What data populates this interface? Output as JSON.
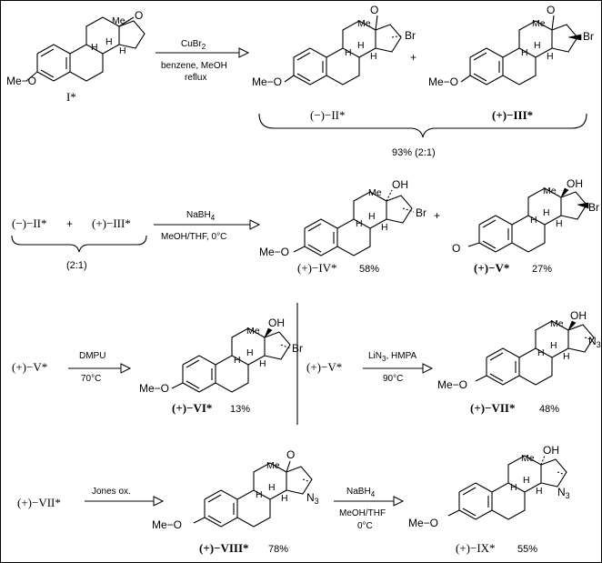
{
  "reactions": [
    {
      "starting": "I*",
      "reagent_top": "CuBr",
      "reagent_top_sub": "2",
      "reagent_lines": [
        "benzene, MeOH",
        "reflux"
      ],
      "products": [
        {
          "label": "(−)−II*",
          "substituent": "Br"
        },
        {
          "label": "(+)−III*",
          "substituent": "Br"
        }
      ],
      "plus": "+",
      "combined_yield": "93% (2:1)"
    },
    {
      "starting_a": "(−)−II*",
      "plus": "+",
      "starting_b": "(+)−III*",
      "ratio": "(2:1)",
      "reagent_top": "NaBH",
      "reagent_top_sub": "4",
      "reagent_bottom": "MeOH/THF,  0°C",
      "products": [
        {
          "label": "(+)−IV*",
          "yield": "58%",
          "substituent": "Br"
        },
        {
          "label": "(+)−V*",
          "yield": "27%",
          "substituent": "Br"
        }
      ],
      "product_plus": "+"
    },
    {
      "starting": "(+)−V*",
      "reagent_top": "DMPU",
      "reagent_bottom": "70°C",
      "product": {
        "label": "(+)−VI*",
        "yield": "13%",
        "substituent": "Br"
      }
    },
    {
      "starting": "(+)−V*",
      "reagent_top": "LiN",
      "reagent_top_sub": "3",
      "reagent_top_tail": ", HMPA",
      "reagent_bottom": "90°C",
      "product": {
        "label": "(+)−VII*",
        "yield": "48%",
        "substituent": "N",
        "substituent_sub": "3"
      }
    },
    {
      "starting": "(+)−VII*",
      "reagent_top": "Jones ox.",
      "product": {
        "label": "(+)−VIII*",
        "yield": "78%",
        "substituent": "N",
        "substituent_sub": "3"
      }
    },
    {
      "reagent_top": "NaBH",
      "reagent_top_sub": "4",
      "reagent_lines": [
        "MeOH/THF",
        "0°C"
      ],
      "product": {
        "label": "(+)−IX*",
        "yield": "55%",
        "substituent": "N",
        "substituent_sub": "3"
      }
    }
  ],
  "atoms": {
    "me": "Me",
    "h": "H",
    "oh": "OH",
    "o": "O",
    "methoxy": "Me−O"
  }
}
